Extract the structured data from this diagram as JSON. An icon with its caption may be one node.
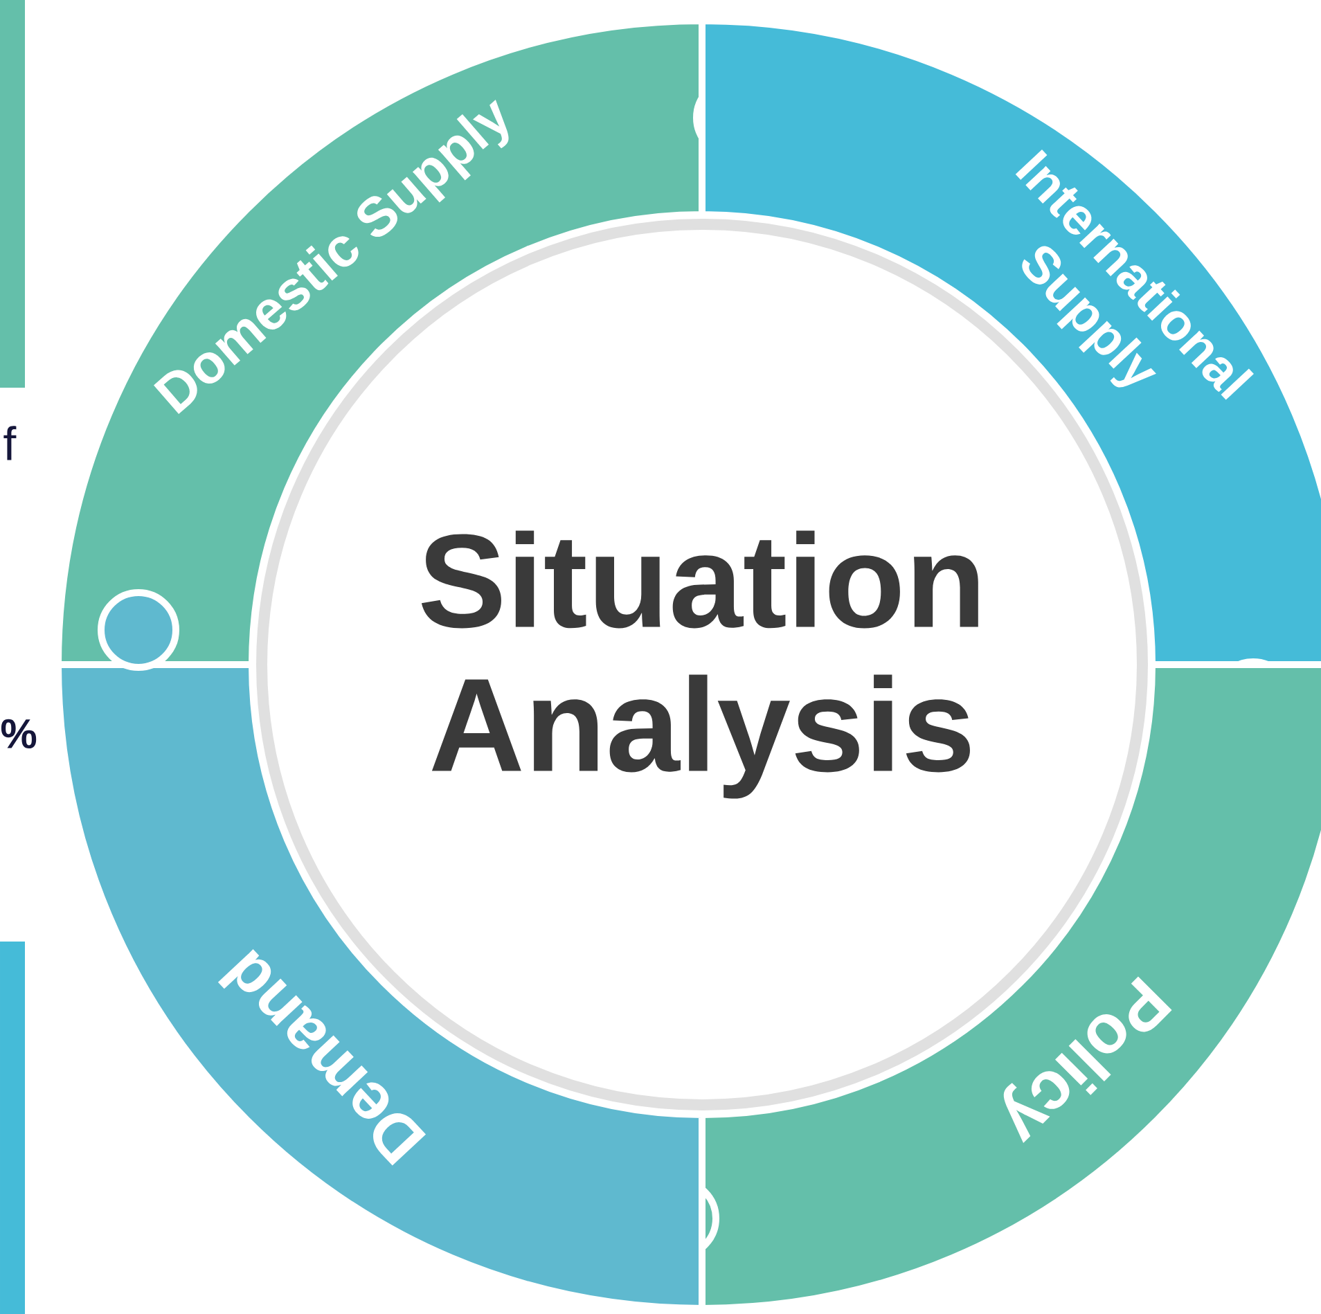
{
  "diagram": {
    "nodes": [
      {
        "text": [
          "Situation Analysis"
        ]
      },
      {
        "text": [
          "Domestic Supply"
        ]
      },
      {
        "text": [
          "International Supply"
        ]
      },
      {
        "text": [
          "Policy"
        ]
      },
      {
        "text": [
          "Demand"
        ]
      },
      {
        "text": [],
        "shape": "bar"
      },
      {
        "text": [],
        "shape": "bar"
      }
    ],
    "labels": [
      "f",
      "%"
    ]
  }
}
